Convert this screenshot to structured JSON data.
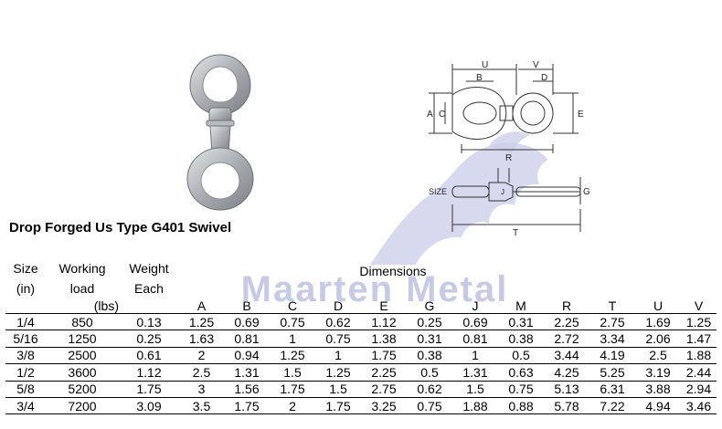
{
  "title": "Drop Forged Us Type G401 Swivel",
  "watermark": "Maarten Metal",
  "headers": {
    "size_line1": "Size",
    "size_line2": "(in)",
    "working_line1": "Working",
    "working_line2": "load",
    "working_line3": "(lbs)",
    "weight_line1": "Weight",
    "weight_line2": "Each",
    "dimensions": "Dimensions",
    "columns": [
      "A",
      "B",
      "C",
      "D",
      "E",
      "G",
      "J",
      "M",
      "R",
      "T",
      "U",
      "V"
    ]
  },
  "rows": [
    [
      "1/4",
      "850",
      "0.13",
      "1.25",
      "0.69",
      "0.75",
      "0.62",
      "1.12",
      "0.25",
      "0.69",
      "0.31",
      "2.25",
      "2.75",
      "1.69",
      "1.25"
    ],
    [
      "5/16",
      "1250",
      "0.25",
      "1.63",
      "0.81",
      "1",
      "0.75",
      "1.38",
      "0.31",
      "0.81",
      "0.38",
      "2.72",
      "3.34",
      "2.06",
      "1.47"
    ],
    [
      "3/8",
      "2500",
      "0.61",
      "2",
      "0.94",
      "1.25",
      "1",
      "1.75",
      "0.38",
      "1",
      "0.5",
      "3.44",
      "4.19",
      "2.5",
      "1.88"
    ],
    [
      "1/2",
      "3600",
      "1.12",
      "2.5",
      "1.31",
      "1.5",
      "1.25",
      "2.25",
      "0.5",
      "1.31",
      "0.63",
      "4.25",
      "5.25",
      "3.19",
      "2.44"
    ],
    [
      "5/8",
      "5200",
      "1.75",
      "3",
      "1.56",
      "1.75",
      "1.5",
      "2.75",
      "0.62",
      "1.5",
      "0.75",
      "5.13",
      "6.31",
      "3.88",
      "2.94"
    ],
    [
      "3/4",
      "7200",
      "3.09",
      "3.5",
      "1.75",
      "2",
      "1.75",
      "3.25",
      "0.75",
      "1.88",
      "0.88",
      "5.78",
      "7.22",
      "4.94",
      "3.46"
    ]
  ],
  "drawing_labels": {
    "u": "U",
    "v": "V",
    "b": "B",
    "d": "D",
    "a": "A",
    "c": "C",
    "e": "E",
    "r": "R",
    "size": "SIZE",
    "j": "J",
    "g": "G",
    "t": "T"
  }
}
